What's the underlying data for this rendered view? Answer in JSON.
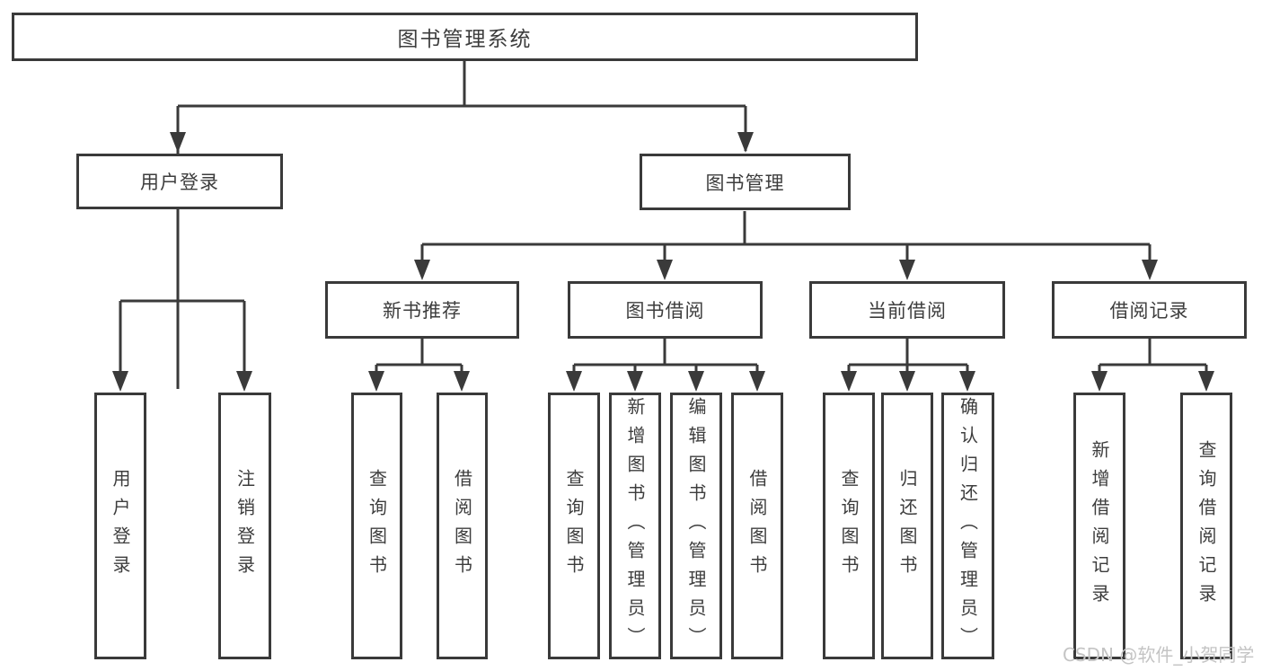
{
  "diagram_type": "hierarchy-tree",
  "watermark": "CSDN @软件_小贺同学",
  "colors": {
    "line": "#3a3a3a",
    "text": "#3d3d3d",
    "background": "#ffffff",
    "watermark": "#c4c4c4"
  },
  "tree": {
    "label": "图书管理系统",
    "children": [
      {
        "label": "用户登录",
        "children": [
          {
            "label": "用户登录"
          },
          {
            "label": "注销登录"
          }
        ]
      },
      {
        "label": "图书管理",
        "children": [
          {
            "label": "新书推荐",
            "children": [
              {
                "label": "查询图书"
              },
              {
                "label": "借阅图书"
              }
            ]
          },
          {
            "label": "图书借阅",
            "children": [
              {
                "label": "查询图书"
              },
              {
                "label": "新增图书（管理员）"
              },
              {
                "label": "编辑图书（管理员）"
              },
              {
                "label": "借阅图书"
              }
            ]
          },
          {
            "label": "当前借阅",
            "children": [
              {
                "label": "查询图书"
              },
              {
                "label": "归还图书"
              },
              {
                "label": "确认归还（管理员）"
              }
            ]
          },
          {
            "label": "借阅记录",
            "children": [
              {
                "label": "新增借阅记录"
              },
              {
                "label": "查询借阅记录"
              }
            ]
          }
        ]
      }
    ]
  }
}
